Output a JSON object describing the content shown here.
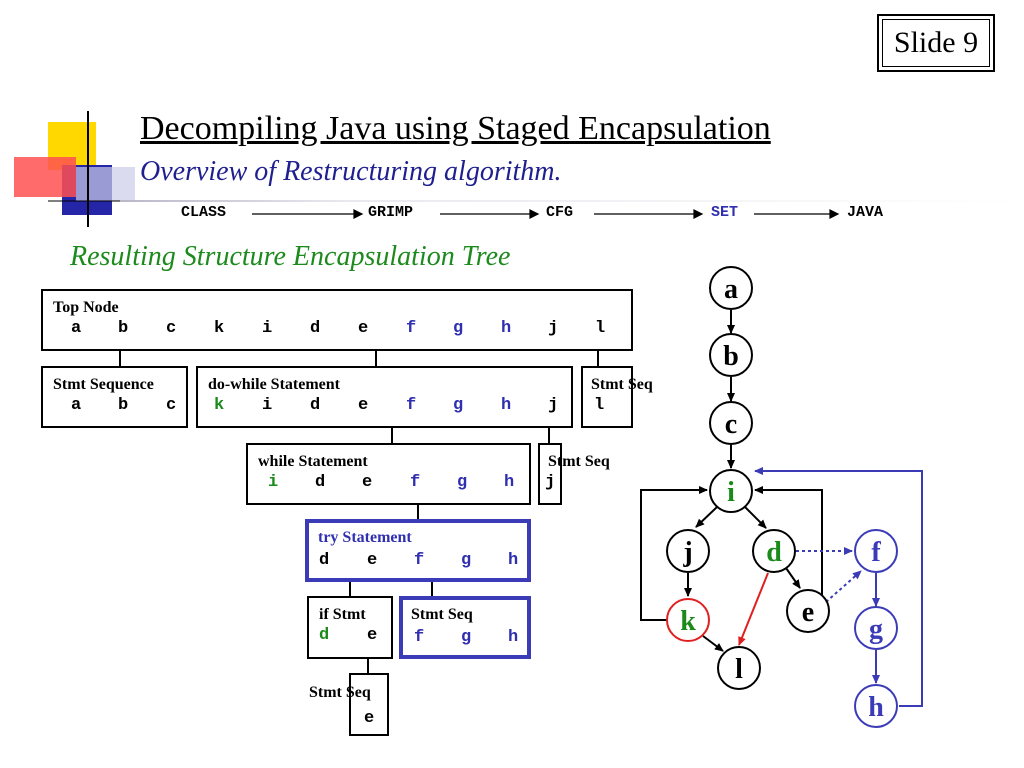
{
  "slide": {
    "number_label": "Slide 9"
  },
  "header": {
    "title": "Decompiling Java using Staged Encapsulation",
    "subtitle": "Overview of Restructuring algorithm."
  },
  "pipeline": {
    "stages": [
      "CLASS",
      "GRIMP",
      "CFG",
      "SET",
      "JAVA"
    ],
    "highlight_stage": "SET",
    "highlight_color": "#2f2fb0"
  },
  "section_heading": "Resulting Structure Encapsulation Tree",
  "tree": {
    "top_node": {
      "label": "Top Node",
      "nodes": [
        "a",
        "b",
        "c",
        "k",
        "i",
        "d",
        "e",
        "f",
        "g",
        "h",
        "j",
        "l"
      ]
    },
    "stmt_sequence_1": {
      "label": "Stmt Sequence",
      "nodes": [
        "a",
        "b",
        "c"
      ]
    },
    "do_while": {
      "label": "do-while Statement",
      "nodes": [
        "k",
        "i",
        "d",
        "e",
        "f",
        "g",
        "h",
        "j"
      ]
    },
    "stmt_seq_l": {
      "label": "Stmt Seq",
      "nodes": [
        "l"
      ]
    },
    "while_stmt": {
      "label": "while Statement",
      "nodes": [
        "i",
        "d",
        "e",
        "f",
        "g",
        "h"
      ]
    },
    "stmt_seq_j": {
      "label": "Stmt Seq",
      "nodes": [
        "j"
      ]
    },
    "try_stmt": {
      "label": "try Statement",
      "nodes": [
        "d",
        "e",
        "f",
        "g",
        "h"
      ]
    },
    "if_stmt": {
      "label": "if Stmt",
      "nodes": [
        "d",
        "e"
      ]
    },
    "stmt_seq_fgh": {
      "label": "Stmt Seq",
      "nodes": [
        "f",
        "g",
        "h"
      ]
    },
    "stmt_seq_e": {
      "label": "Stmt Seq",
      "nodes": [
        "e"
      ]
    }
  },
  "cfg": {
    "nodes": [
      "a",
      "b",
      "c",
      "i",
      "j",
      "d",
      "f",
      "k",
      "e",
      "g",
      "l",
      "h"
    ],
    "colors": {
      "blue": "#3b3bb8",
      "green": "#1a8a1a",
      "red": "#e02020"
    }
  }
}
